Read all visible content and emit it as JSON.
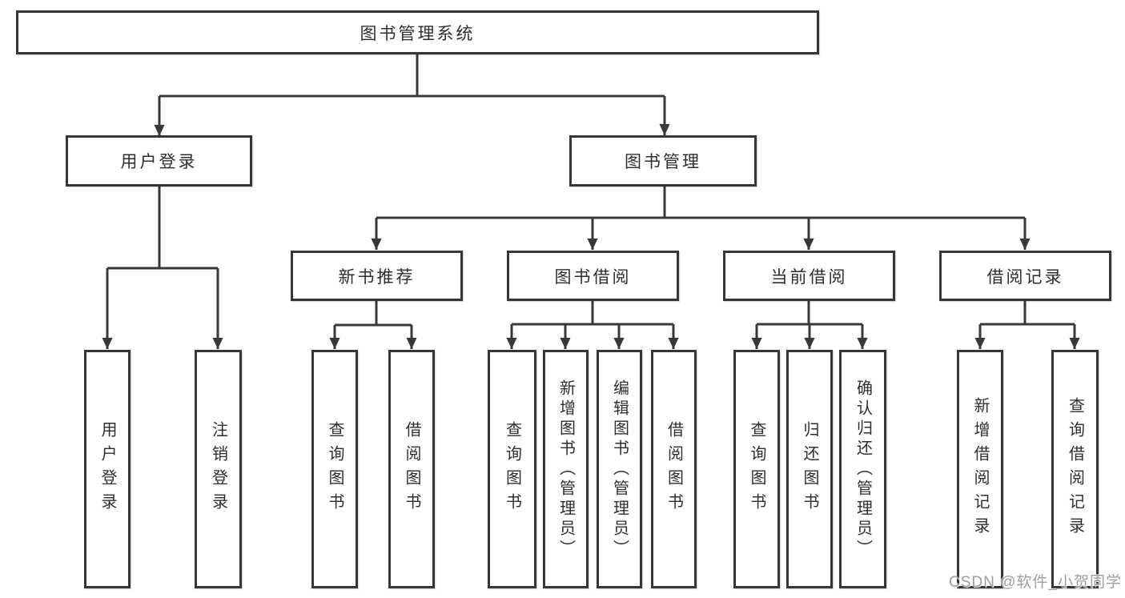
{
  "title": "图书管理系统",
  "level2": {
    "user_login": "用户登录",
    "book_mgmt": "图书管理"
  },
  "level3": {
    "new_book": "新书推荐",
    "book_borrow": "图书借阅",
    "current_borrow": "当前借阅",
    "borrow_records": "借阅记录"
  },
  "leaves": {
    "user_login": [
      "用户登录",
      "注销登录"
    ],
    "new_book": [
      "查询图书",
      "借阅图书"
    ],
    "book_borrow": [
      "查询图书",
      "新增图书（管理员）",
      "编辑图书（管理员）",
      "借阅图书"
    ],
    "current_borrow": [
      "查询图书",
      "归还图书",
      "确认归还（管理员）"
    ],
    "borrow_records": [
      "新增借阅记录",
      "查询借阅记录"
    ]
  },
  "watermark": "CSDN @软件_小贺同学",
  "colors": {
    "line": "#383838",
    "border": "#363636",
    "background": "#ffffff",
    "text": "#2e2e2e",
    "watermark": "#9e9e9e"
  }
}
